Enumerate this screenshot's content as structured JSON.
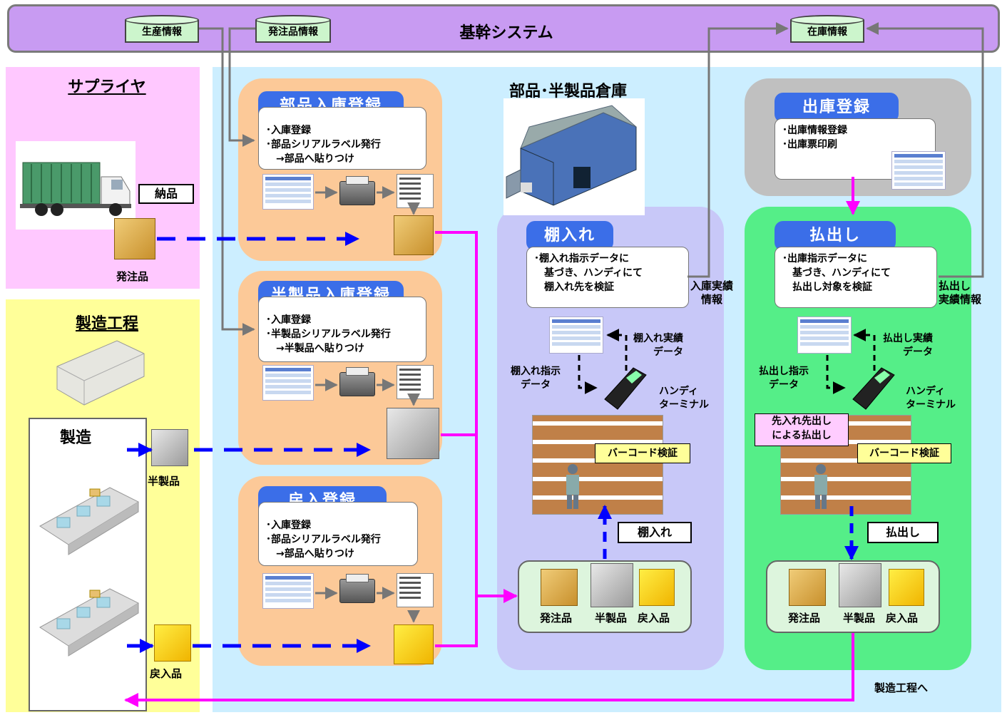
{
  "core_system": {
    "title": "基幹システム"
  },
  "databases": {
    "production": "生産情報",
    "order": "発注品情報",
    "inventory": "在庫情報"
  },
  "supplier": {
    "title": "サプライヤ",
    "delivery_label": "納品",
    "ordered_item": "発注品"
  },
  "manufacturing": {
    "title": "製造工程",
    "box_title": "製造",
    "semi_product": "半製品",
    "returned": "戻入品"
  },
  "parts_receiving": {
    "title": "部品入庫登録",
    "notes": "･入庫登録\n･部品シリアルラベル発行\n　→部品へ貼りつけ"
  },
  "semi_receiving": {
    "title": "半製品入庫登録",
    "notes": "･入庫登録\n･半製品シリアルラベル発行\n　→半製品へ貼りつけ"
  },
  "return_receiving": {
    "title": "戻入登録",
    "notes": "･入庫登録\n･部品シリアルラベル発行\n　→部品へ貼りつけ"
  },
  "warehouse": {
    "title": "部品･半製品倉庫"
  },
  "shelving": {
    "title": "棚入れ",
    "notes": "･棚入れ指示データに\n　基づき、ハンディにて\n　棚入れ先を検証",
    "result_data": "棚入れ実績\n　　データ",
    "instruction_data": "棚入れ指示\n　データ",
    "handy": "ハンディ\nターミナル",
    "barcode": "バーコード検証",
    "action": "棚入れ",
    "report": "入庫実績\n　情報"
  },
  "shipping_reg": {
    "title": "出庫登録",
    "notes": "･出庫情報登録\n･出庫票印刷"
  },
  "picking": {
    "title": "払出し",
    "notes": "･出庫指示データに\n　基づき、ハンディにて\n　払出し対象を検証",
    "result_data": "払出し実績\n　　データ",
    "instruction_data": "払出し指示\n　データ",
    "handy": "ハンディ\nターミナル",
    "fifo": "先入れ先出し\nによる払出し",
    "barcode": "バーコード検証",
    "action": "払出し",
    "report": "払出し\n実績情報"
  },
  "tray_items": {
    "ordered": "発注品",
    "semi": "半製品",
    "returned": "戻入品"
  },
  "to_manufacturing": "製造工程へ",
  "colors": {
    "core": "#c89bf2",
    "supplier_bg": "#ffc8ff",
    "mfg_bg": "#ffff99",
    "main_bg": "#cceeff",
    "receiving_panel": "#fcc998",
    "warehouse_panel": "#c8c8f8",
    "shipping_panel": "#c0c0c0",
    "picking_panel": "#55ee88",
    "pill": "#3b6ee8",
    "flow_arrow": "#ff00ff",
    "dashed_arrow": "#0000ff"
  }
}
